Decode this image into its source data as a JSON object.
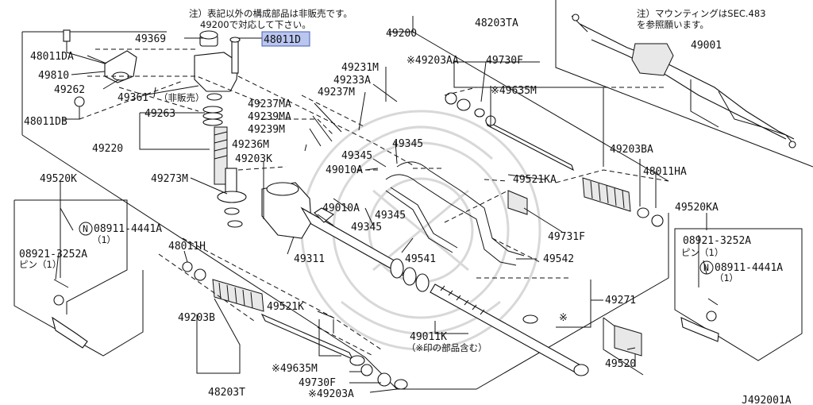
{
  "notes": {
    "top_left_line1": "注）表記以外の構成部品は非販売です。",
    "top_left_line2": "49200で対応して下さい。",
    "top_right_line1": "注）マウンティングはSEC.483",
    "top_right_line2": "を参照願います。",
    "non_sale": "（非販売）",
    "includes_marked": "（※印の部品含む）",
    "pin_1_left": "ピン（1）",
    "pin_1_right": "ピン（1）",
    "qty_1_left": "（1）",
    "qty_1_right": "（1）"
  },
  "labels": {
    "p49200": "49200",
    "p48203TA": "48203TA",
    "p49001": "49001",
    "p49369": "49369",
    "p48011D": "48011D",
    "p48011DA": "48011DA",
    "p49810": "49810",
    "p49262": "49262",
    "p49361": "49361",
    "p48011DB": "48011DB",
    "p49263": "49263",
    "p49220": "49220",
    "p49231M": "49231M",
    "p49233A": "49233A",
    "p49237M": "49237M",
    "p49237MA": "49237MA",
    "p49239MA": "49239MA",
    "p49239M": "49239M",
    "p49236M": "49236M",
    "p49203AA": "※49203AA",
    "p49730F_top": "49730F",
    "p49635M_top": "※49635M",
    "p49203BA": "49203BA",
    "p48011HA": "48011HA",
    "p49345_a": "49345",
    "p49345_b": "49345",
    "p49345_c": "49345",
    "p49345_d": "49345",
    "p49010A_a": "49010A",
    "p49010A_b": "49010A",
    "p49203K": "49203K",
    "p49521KA": "49521KA",
    "p49731F": "49731F",
    "p49520K": "49520K",
    "p49520KA": "49520KA",
    "p08911_left": "08911-4441A",
    "p08921_left": "08921-3252A",
    "p08921_right": "08921-3252A",
    "p08911_right": "08911-4441A",
    "p49273M": "49273M",
    "p49311": "49311",
    "p49541": "49541",
    "p49542": "49542",
    "p48011H": "48011H",
    "p49271": "49271",
    "p49521K": "49521K",
    "p49203B": "49203B",
    "p49011K": "49011K",
    "p49520": "49520",
    "p49635M_bot": "※49635M",
    "p49730F_bot": "49730F",
    "p49203A": "※49203A",
    "p48203T": "48203T",
    "asterisk": "※",
    "diagram_code": "J492001A"
  },
  "symbols": {
    "n_circle_left": "N",
    "n_circle_right": "N"
  },
  "colors": {
    "ink": "#111111",
    "highlight_fill": "#b9c6f0",
    "highlight_border": "#4a5fb0",
    "watermark": "#d8d8d8",
    "background": "#ffffff"
  },
  "highlighted_part": "48011D"
}
